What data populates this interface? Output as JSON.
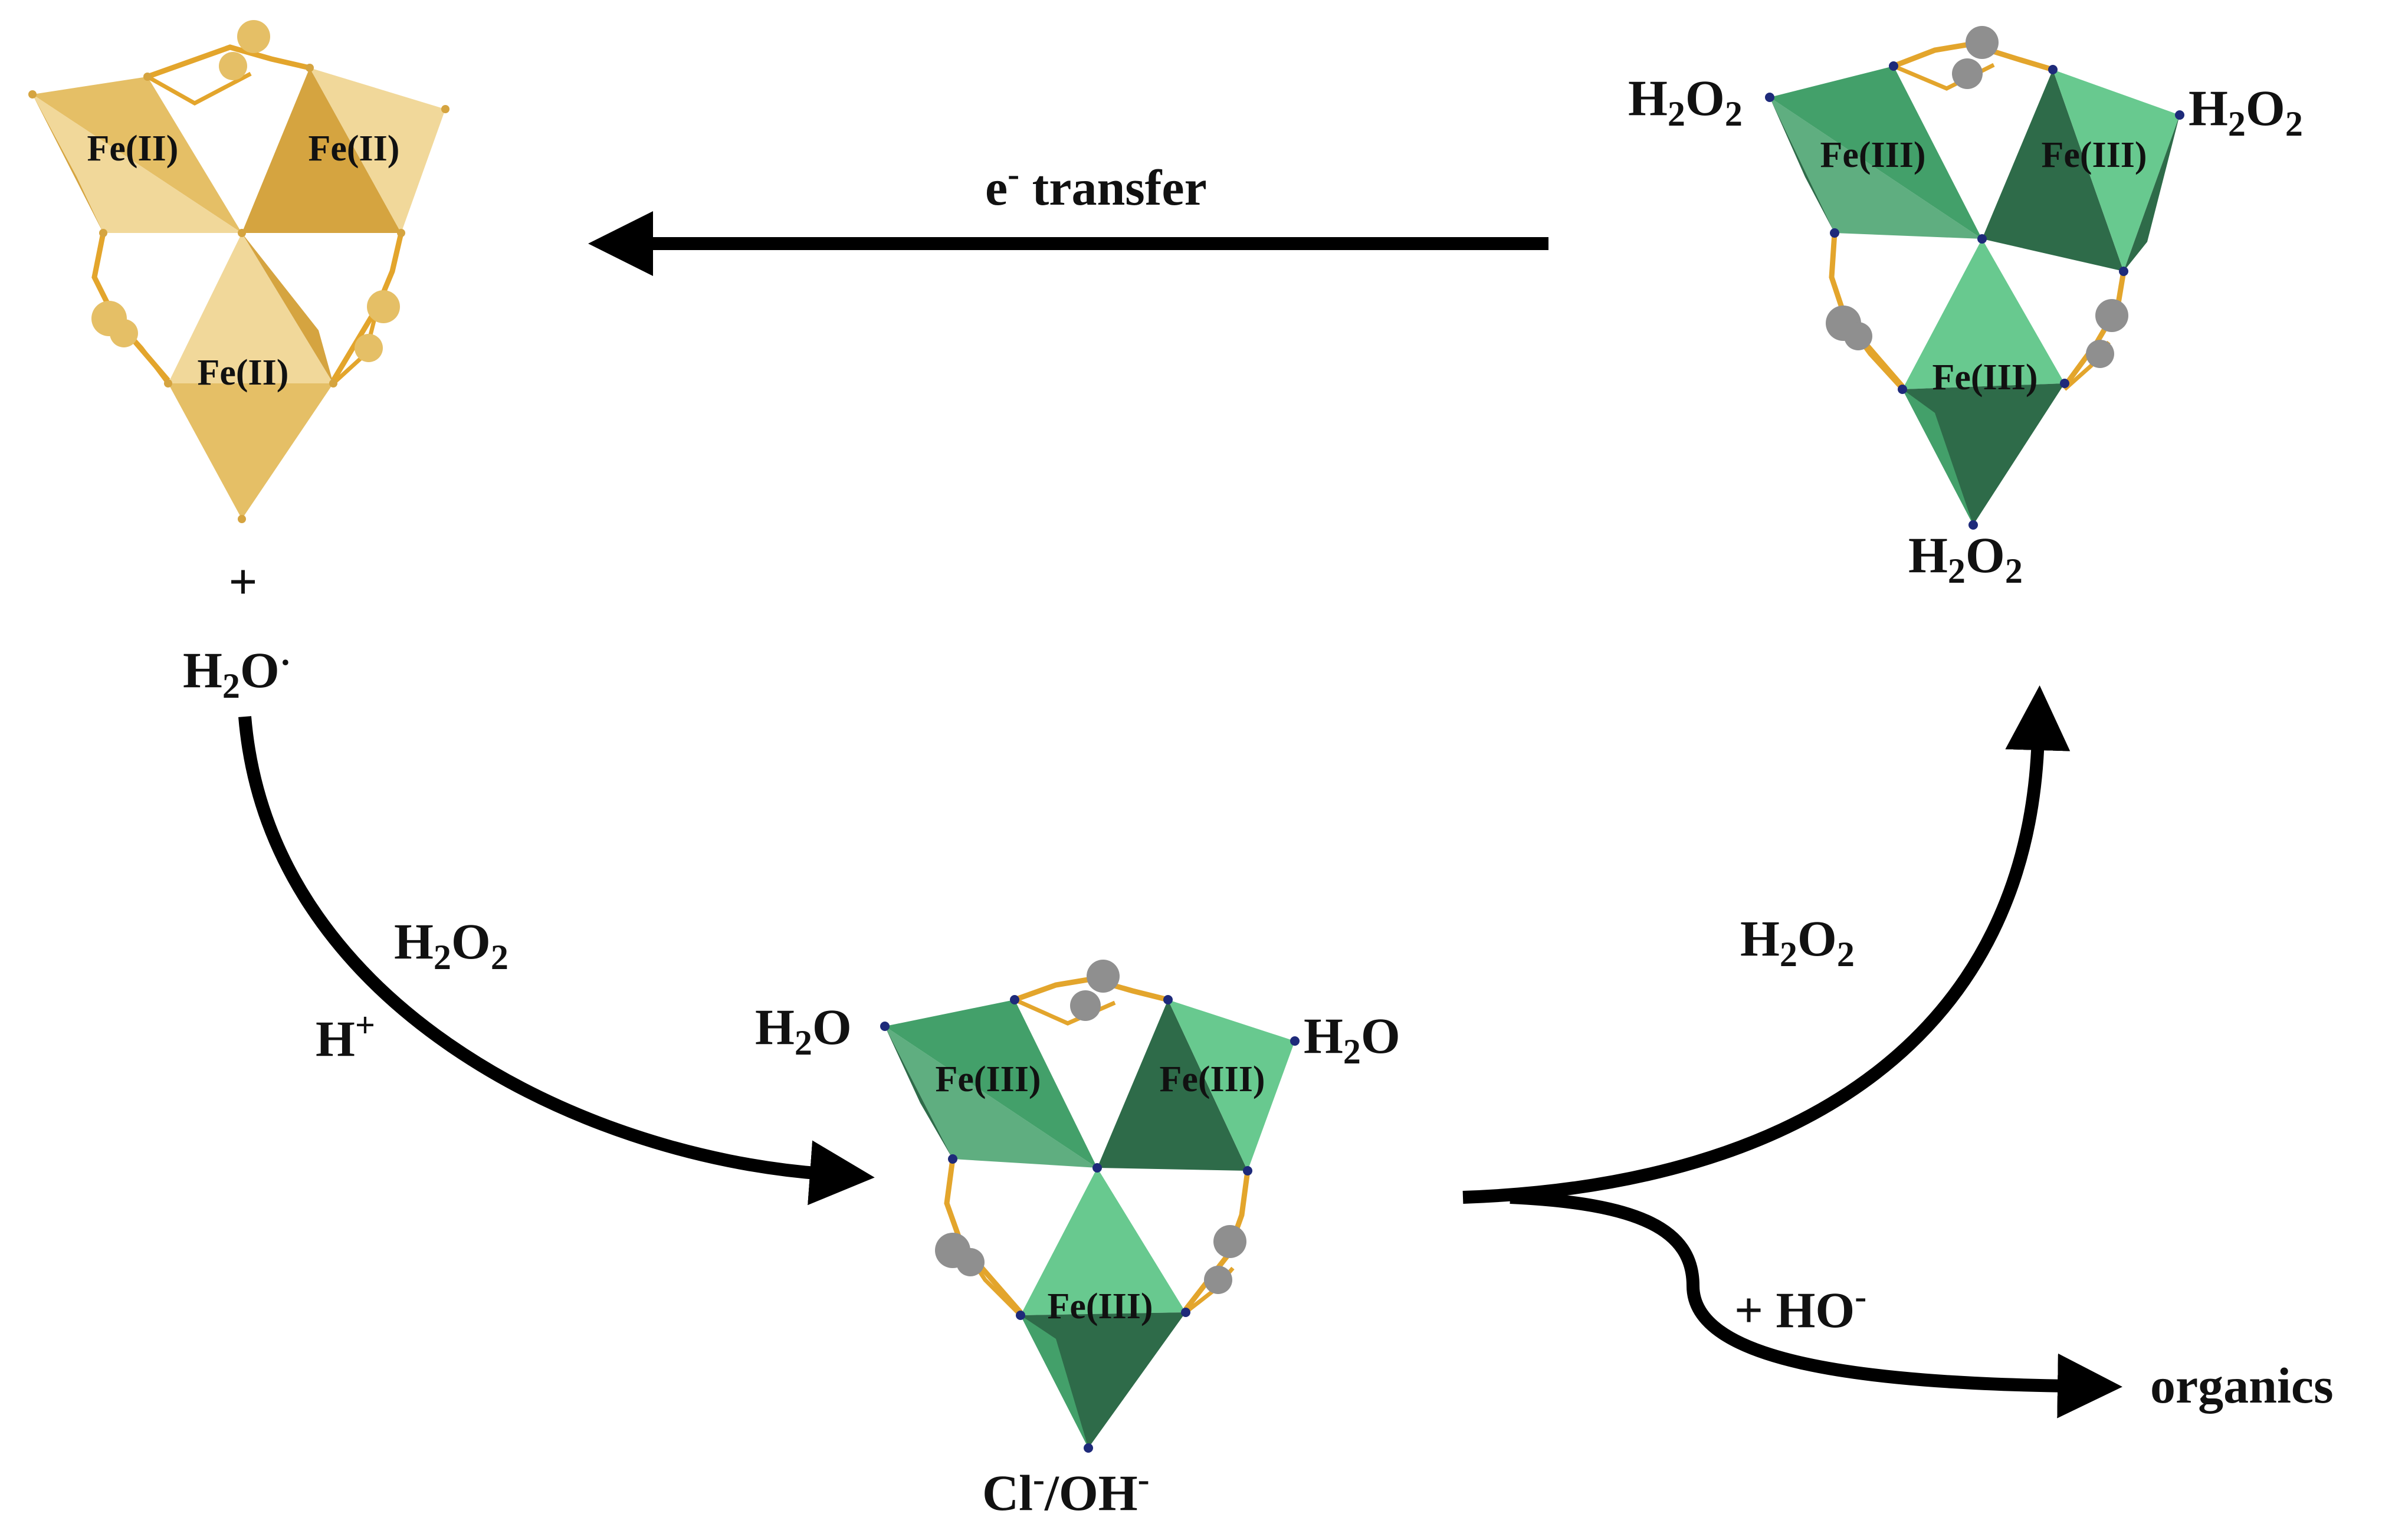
{
  "colors": {
    "fe2_light": "#f1d89a",
    "fe2_mid": "#e5bf66",
    "fe2_dark": "#d5a440",
    "fe3_light": "#68c98f",
    "fe3_mid": "#43a06a",
    "fe3_dark": "#2e6b49",
    "bridge": "#e3a52c",
    "sphere": "#8f8f8f",
    "node": "#1e2a7a",
    "arrow": "#000000"
  },
  "clusters": {
    "fe2": {
      "labels": [
        "Fe(II)",
        "Fe(II)",
        "Fe(II)"
      ]
    },
    "fe3_top": {
      "labels": [
        "Fe(III)",
        "Fe(III)",
        "Fe(III)"
      ]
    },
    "fe3_bottom": {
      "labels": [
        "Fe(III)",
        "Fe(III)",
        "Fe(III)"
      ]
    }
  },
  "labels": {
    "plus": "+",
    "h2o_radical_main": "H",
    "h2o_radical_sub": "2",
    "h2o_radical_tail": "O",
    "h2o_radical_dot": "·",
    "e_transfer_main": "e",
    "e_transfer_sup": "-",
    "e_transfer_tail": " transfer",
    "h2o2_main": "H",
    "h2o2_sub1": "2",
    "h2o2_mid": "O",
    "h2o2_sub2": "2",
    "h_plus_main": "H",
    "h_plus_sup": "+",
    "h2o_main": "H",
    "h2o_sub": "2",
    "h2o_tail": "O",
    "cl_oh_a": "Cl",
    "cl_oh_sup1": "-",
    "cl_oh_b": "/OH",
    "cl_oh_sup2": "-",
    "ho_main": "+ HO",
    "ho_sup": "-",
    "organics": "organics"
  }
}
